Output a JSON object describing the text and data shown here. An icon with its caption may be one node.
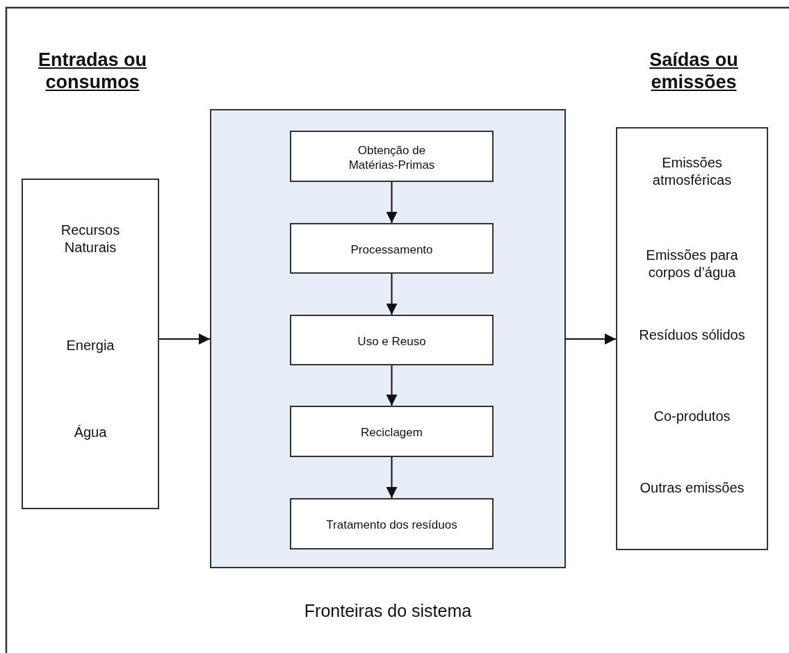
{
  "diagram": {
    "nodes": [
      {
        "text": [
          "Recursos Naturais",
          "Energia",
          "Água"
        ]
      },
      {
        "text": [],
        "shape": "box",
        "beside": [
          "Fronteiras do sistema"
        ]
      },
      {
        "text": [
          "Obtenção de Matérias-Primas"
        ],
        "in": 1
      },
      {
        "text": [
          "Processamento"
        ],
        "in": 1
      },
      {
        "text": [
          "Uso e Reuso"
        ],
        "in": 1
      },
      {
        "text": [
          "Reciclagem"
        ],
        "in": 1
      },
      {
        "text": [
          "Tratamento dos resíduos"
        ],
        "in": 1
      },
      {
        "text": [
          "Emissões atmosféricas",
          "Emissões para corpos d’água",
          "Resíduos sólidos",
          "Co-produtos",
          "Outras emissões"
        ]
      }
    ],
    "edges": [
      {
        "from": 0,
        "to": 1,
        "arrow": "to"
      },
      {
        "from": 1,
        "to": 7,
        "arrow": "to"
      },
      {
        "from": 2,
        "to": 3,
        "arrow": "to"
      },
      {
        "from": 3,
        "to": 4,
        "arrow": "to"
      },
      {
        "from": 4,
        "to": 5,
        "arrow": "to"
      },
      {
        "from": 5,
        "to": 6,
        "arrow": "to"
      }
    ],
    "labels": [
      "Entradas ou consumos",
      "Saídas ou emissões"
    ]
  }
}
